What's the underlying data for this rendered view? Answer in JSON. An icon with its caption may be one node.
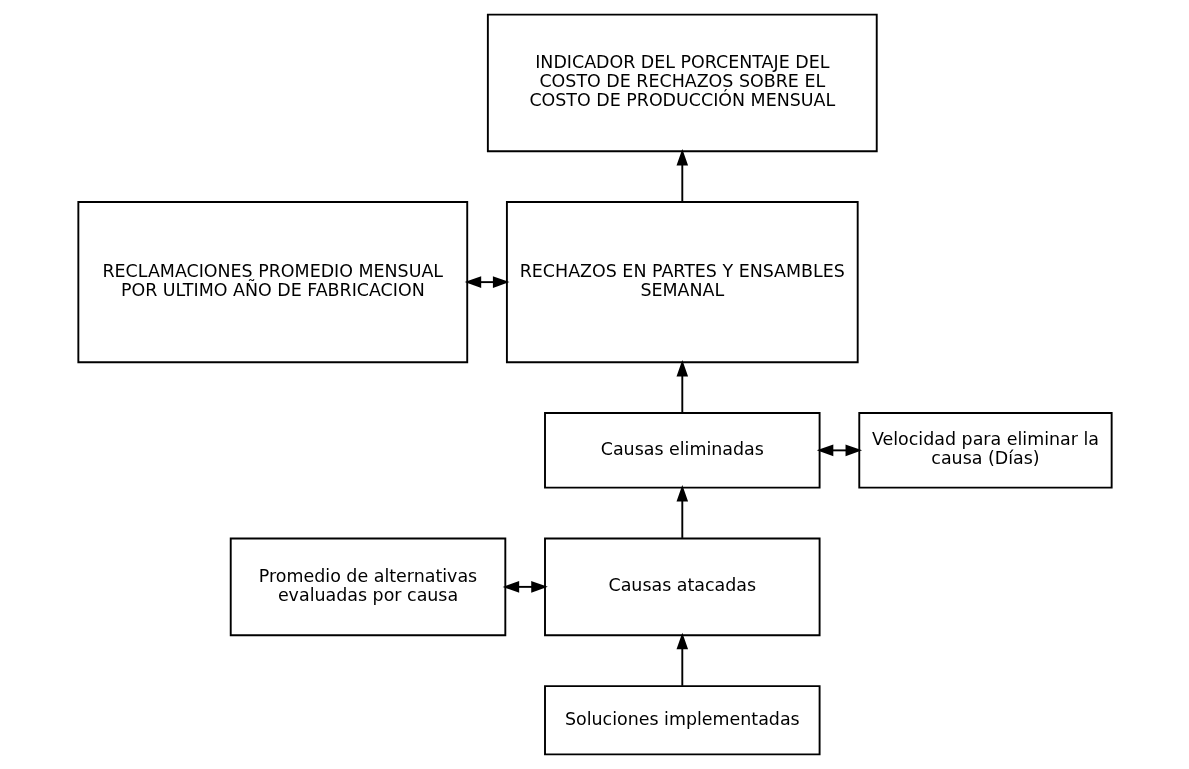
{
  "diagram": {
    "nodes": [
      {
        "text": [
          "INDICADOR DEL PORCENTAJE DEL COSTO DE RECHAZOS SOBRE EL COSTO DE PRODUCCIÓN MENSUAL"
        ]
      },
      {
        "text": [
          "RECLAMACIONES PROMEDIO MENSUAL POR ULTIMO AÑO DE FABRICACION"
        ]
      },
      {
        "text": [
          "RECHAZOS EN PARTES Y ENSAMBLES SEMANAL"
        ]
      },
      {
        "text": [
          "Causas eliminadas"
        ]
      },
      {
        "text": [
          "Velocidad para eliminar la causa (Días)"
        ]
      },
      {
        "text": [
          "Promedio de alternativas evaluadas por causa"
        ]
      },
      {
        "text": [
          "Causas atacadas"
        ]
      },
      {
        "text": [
          "Soluciones implementadas"
        ]
      }
    ],
    "edges": [
      {
        "from": 2,
        "to": 0,
        "arrow": "to"
      },
      {
        "from": 1,
        "to": 2,
        "arrow": "both"
      },
      {
        "from": 3,
        "to": 2,
        "arrow": "to"
      },
      {
        "from": 3,
        "to": 4,
        "arrow": "both"
      },
      {
        "from": 6,
        "to": 3,
        "arrow": "to"
      },
      {
        "from": 5,
        "to": 6,
        "arrow": "both"
      },
      {
        "from": 7,
        "to": 6,
        "arrow": "to"
      }
    ]
  }
}
